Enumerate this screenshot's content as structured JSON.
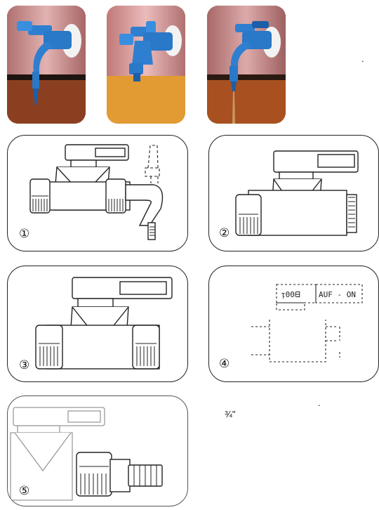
{
  "photos": [
    {
      "id": "photo-1",
      "state": "closed"
    },
    {
      "id": "photo-2",
      "state": "half-open"
    },
    {
      "id": "photo-3",
      "state": "open"
    }
  ],
  "diagrams": [
    {
      "number": "①",
      "variant": "tap with hose nozzle"
    },
    {
      "number": "②",
      "variant": "valve with thread"
    },
    {
      "number": "③",
      "variant": "straight valve"
    },
    {
      "number": "④",
      "variant": "dashed outline",
      "labels": {
        "left": "ᴉ00ᗺ",
        "right": "AUF - ON"
      }
    },
    {
      "number": "⑤",
      "variant": "valve with hose barb"
    }
  ],
  "notes": {
    "dot_top": ".",
    "dot_mid": ".",
    "fraction": "¾\""
  },
  "colors": {
    "tap_blue": "#2f7fd0",
    "tap_blue_dark": "#1d5ea8",
    "wall_pink": "#d8989c",
    "counter_orange": "#d9882a",
    "outline": "#222222"
  }
}
